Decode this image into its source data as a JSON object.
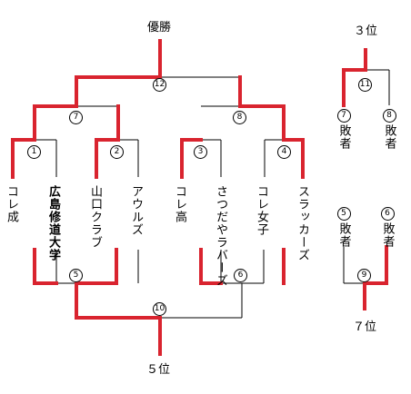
{
  "title_winner": "優勝",
  "label_third": "３位",
  "label_fifth": "５位",
  "label_seventh": "７位",
  "teams": [
    "コレ成",
    "広島修道大学",
    "山口クラブ",
    "アウルズ",
    "コレ高",
    "さつだやラバーズ",
    "コレ女子",
    "スラッカーズ"
  ],
  "matches": {
    "m1": "1",
    "m2": "2",
    "m3": "3",
    "m4": "4",
    "m5": "5",
    "m6": "6",
    "m7": "7",
    "m8": "8",
    "m9": "9",
    "m10": "10",
    "m11": "11",
    "m12": "12"
  },
  "third_place": {
    "left_num": "7",
    "left_text": "敗者",
    "right_num": "8",
    "right_text": "敗者"
  },
  "seventh_place": {
    "left_num": "5",
    "left_text": "敗者",
    "right_num": "6",
    "right_text": "敗者"
  },
  "colors": {
    "winner_line": "#d9242f",
    "line": "#000000"
  }
}
